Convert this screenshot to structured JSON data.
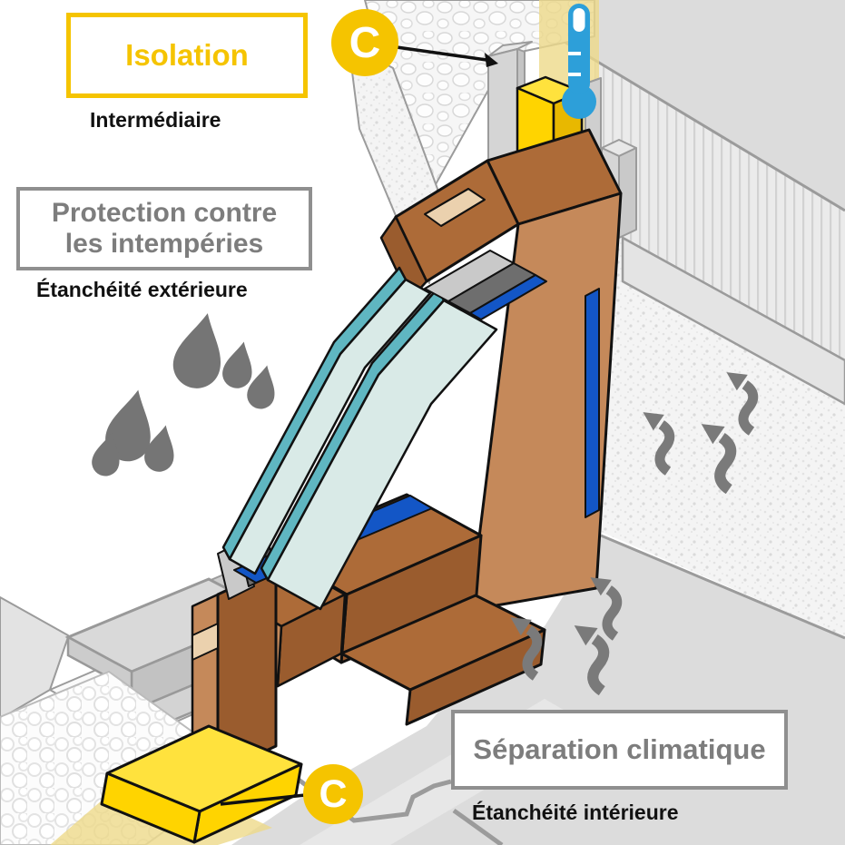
{
  "labels": {
    "isolation": {
      "box": "Isolation",
      "caption": "Intermédiaire"
    },
    "protection": {
      "line1": "Protection contre",
      "line2": "les intempéries",
      "caption": "Étanchéité extérieure"
    },
    "separation": {
      "box": "Séparation climatique",
      "caption": "Étanchéité intérieure"
    }
  },
  "badges": {
    "top": "C",
    "bottom": "C"
  },
  "icons": [
    "thermometer-icon",
    "raindrops-icon",
    "heat-flow-arrows-icon",
    "c-badge",
    "light-beam"
  ],
  "colors": {
    "accent_yellow": "#F5C400",
    "insulation_yellow": "#FFD400",
    "wood_top": "#AD6B38",
    "wood_light": "#C5895A",
    "wood_dark": "#9A5C2E",
    "wood_pale": "#EBD1AE",
    "glass_face": "#D9EAE7",
    "glass_edge": "#5FB6C1",
    "seal_blue": "#1356C6",
    "thermometer_blue": "#2D9FD9",
    "label_gray": "#7D7D7D",
    "wall_gray": "#DCDCDC",
    "arrow_gray": "#7A7A7A"
  }
}
